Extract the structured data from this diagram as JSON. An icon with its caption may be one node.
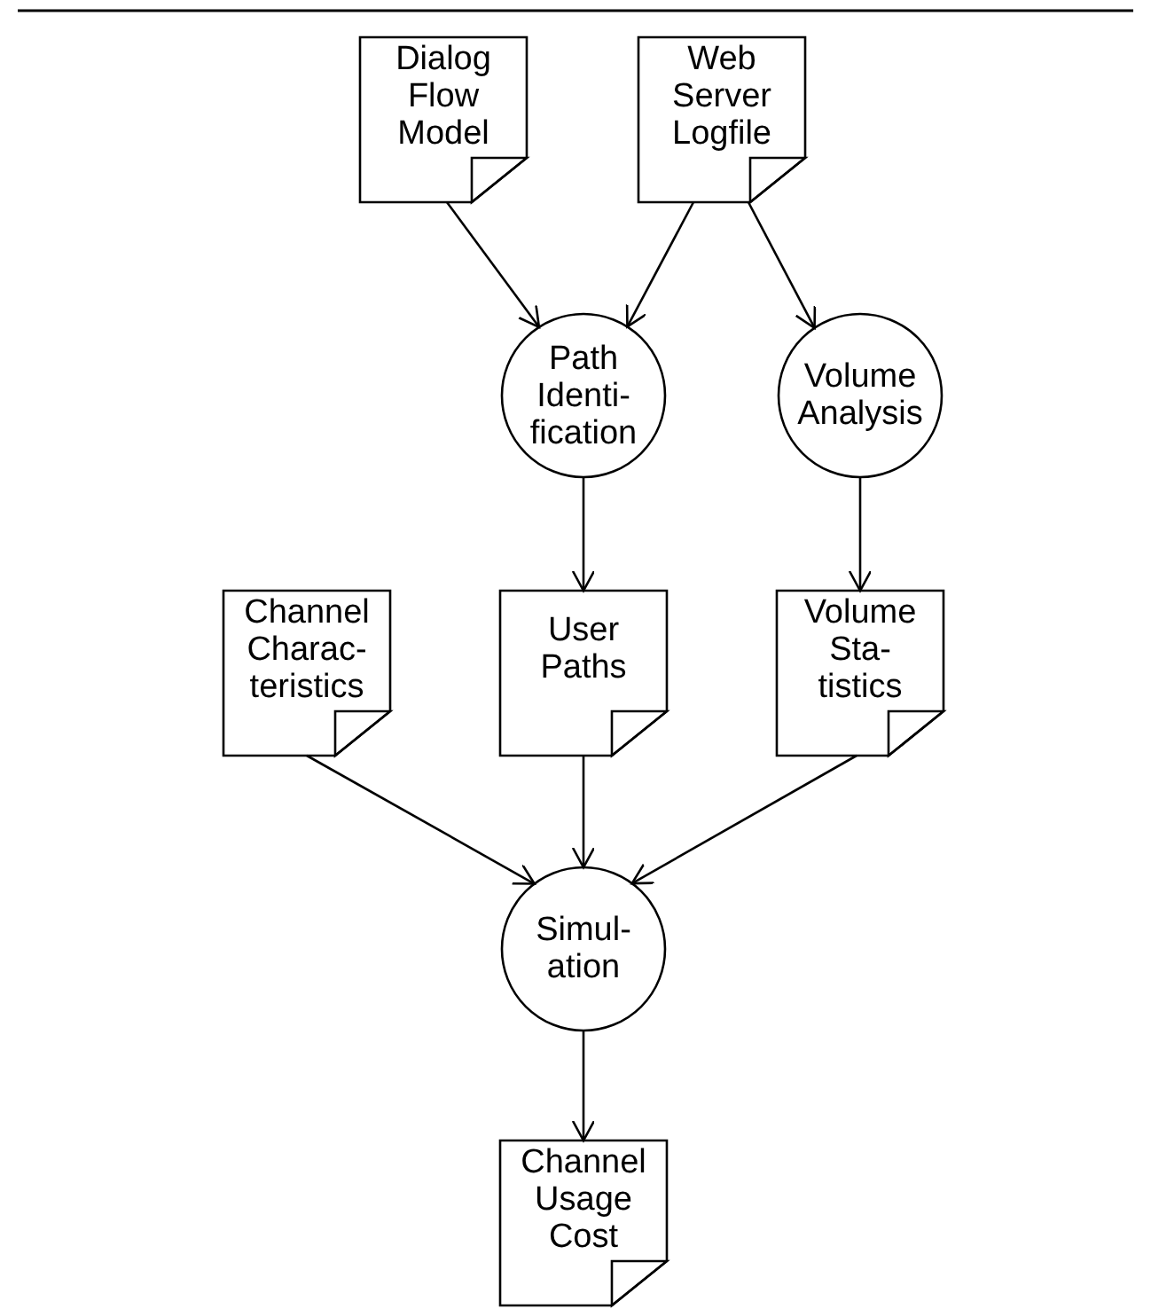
{
  "diagram": {
    "nodes": [
      {
        "text": [
          "Dialog Flow Model"
        ]
      },
      {
        "text": [
          "Web Server Logfile"
        ]
      },
      {
        "text": [
          "Path Identi- fication"
        ]
      },
      {
        "text": [
          "Volume Analysis"
        ]
      },
      {
        "text": [
          "Channel Charac- teristics"
        ]
      },
      {
        "text": [
          "User Paths"
        ]
      },
      {
        "text": [
          "Volume Sta- tistics"
        ]
      },
      {
        "text": [
          "Simul- ation"
        ]
      },
      {
        "text": [
          "Channel Usage Cost"
        ]
      }
    ],
    "edges": [
      {
        "from": 0,
        "to": 2,
        "arrow": "to"
      },
      {
        "from": 1,
        "to": 2,
        "arrow": "to"
      },
      {
        "from": 1,
        "to": 3,
        "arrow": "to"
      },
      {
        "from": 2,
        "to": 5,
        "arrow": "to"
      },
      {
        "from": 3,
        "to": 6,
        "arrow": "to"
      },
      {
        "from": 4,
        "to": 7,
        "arrow": "to"
      },
      {
        "from": 5,
        "to": 7,
        "arrow": "to"
      },
      {
        "from": 6,
        "to": 7,
        "arrow": "to"
      },
      {
        "from": 7,
        "to": 8,
        "arrow": "to"
      }
    ]
  }
}
